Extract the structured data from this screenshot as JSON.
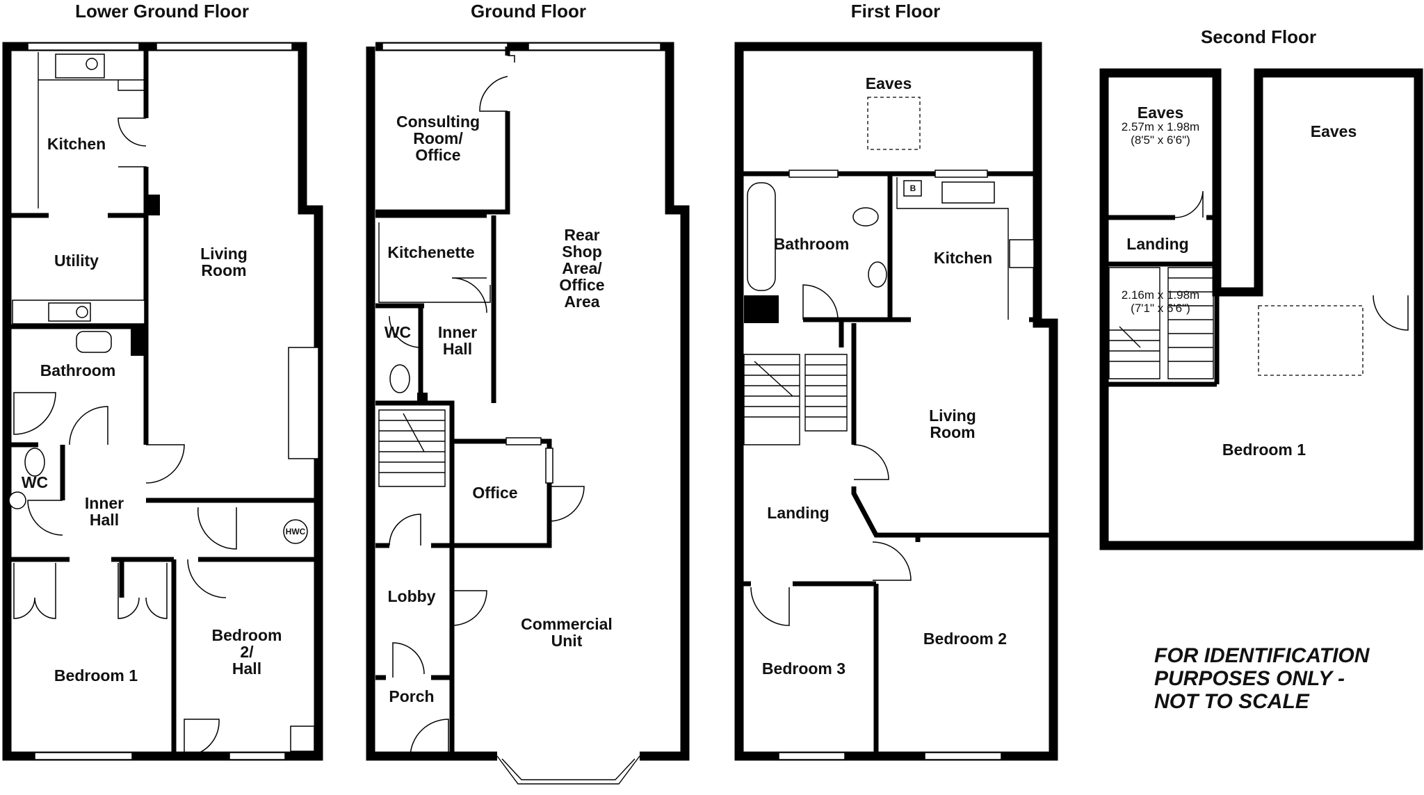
{
  "floors": {
    "lower_ground": {
      "title": "Lower Ground Floor",
      "rooms": {
        "kitchen": "Kitchen",
        "utility": "Utility",
        "living_room": [
          "Living",
          "Room"
        ],
        "bathroom": "Bathroom",
        "wc": "WC",
        "inner_hall": [
          "Inner",
          "Hall"
        ],
        "hwc": "HWC",
        "bedroom1": "Bedroom 1",
        "bedroom2": [
          "Bedroom",
          "2/",
          "Hall"
        ]
      }
    },
    "ground": {
      "title": "Ground Floor",
      "rooms": {
        "consulting": [
          "Consulting",
          "Room/",
          "Office"
        ],
        "kitchenette": "Kitchenette",
        "wc": "WC",
        "inner_hall": [
          "Inner",
          "Hall"
        ],
        "rear_shop": [
          "Rear",
          "Shop",
          "Area/",
          "Office",
          "Area"
        ],
        "office": "Office",
        "lobby": "Lobby",
        "commercial": [
          "Commercial",
          "Unit"
        ],
        "porch": "Porch"
      }
    },
    "first": {
      "title": "First Floor",
      "rooms": {
        "eaves": "Eaves",
        "boiler": "B",
        "bathroom": "Bathroom",
        "kitchen": "Kitchen",
        "living_room": [
          "Living",
          "Room"
        ],
        "landing": "Landing",
        "bedroom3": "Bedroom 3",
        "bedroom2": "Bedroom 2"
      }
    },
    "second": {
      "title": "Second Floor",
      "rooms": {
        "eaves_left": "Eaves",
        "eaves_left_dims": [
          "2.57m x 1.98m",
          "(8'5\" x 6'6\")"
        ],
        "landing": "Landing",
        "landing_dims": [
          "2.16m x 1.98m",
          "(7'1\" x 6'6\")"
        ],
        "eaves_right": "Eaves",
        "bedroom1": "Bedroom 1"
      }
    }
  },
  "disclaimer": [
    "FOR IDENTIFICATION",
    "PURPOSES ONLY -",
    "NOT TO SCALE"
  ]
}
